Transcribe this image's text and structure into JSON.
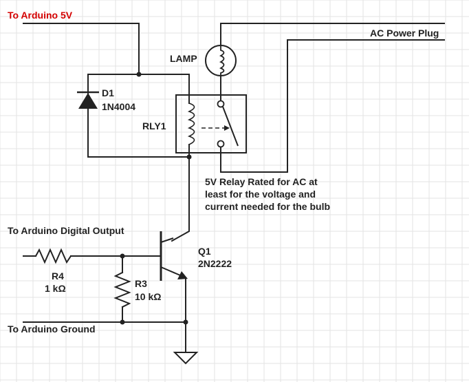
{
  "labels": {
    "arduino_5v": "To Arduino 5V",
    "ac_power": "AC Power Plug",
    "lamp": "LAMP",
    "d1_ref": "D1",
    "d1_part": "1N4004",
    "rly1": "RLY1",
    "relay_note_1": "5V Relay Rated for AC at",
    "relay_note_2": "least for the voltage and",
    "relay_note_3": "current needed for the bulb",
    "digital_out": "To Arduino Digital Output",
    "q1_ref": "Q1",
    "q1_part": "2N2222",
    "r4_ref": "R4",
    "r4_val": "1 kΩ",
    "r3_ref": "R3",
    "r3_val": "10 kΩ",
    "ground": "To Arduino Ground"
  },
  "colors": {
    "accent_red": "#d40000",
    "wire": "#222222",
    "grid": "#e3e3e3"
  }
}
